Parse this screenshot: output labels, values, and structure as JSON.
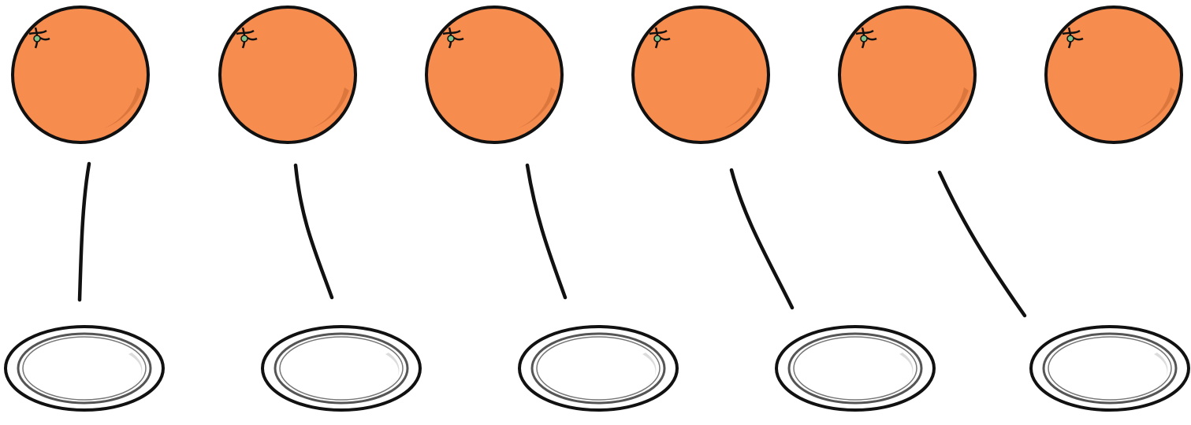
{
  "colors": {
    "background": "#ffffff",
    "orange_fill": "#f78c4f",
    "orange_shade": "#cf6d36",
    "outline": "#111111",
    "stem_leaf": "#7fc48a",
    "plate_fill": "#ffffff",
    "plate_inner_stroke": "#666666",
    "plate_shadow": "#dcdcdc"
  },
  "icons": {
    "orange": "orange-icon",
    "plate": "plate-icon",
    "link": "connector-line"
  },
  "counts": {
    "oranges": 6,
    "plates": 5,
    "connectors": 5
  }
}
